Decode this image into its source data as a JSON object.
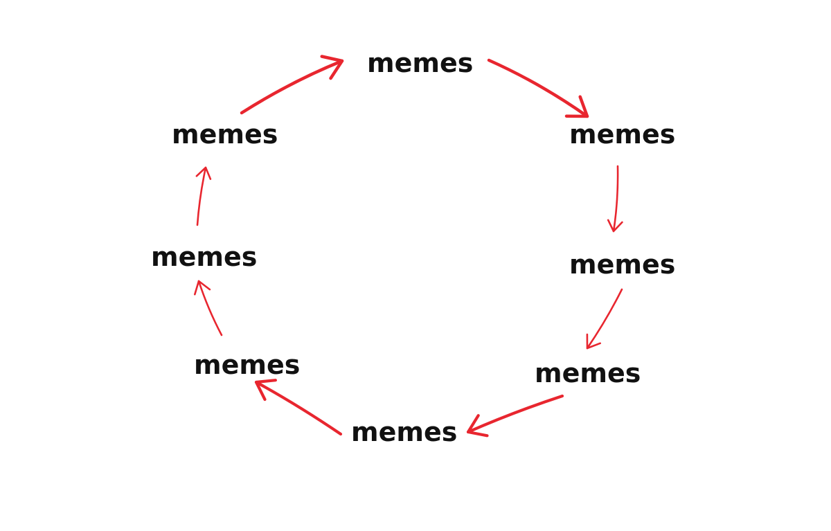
{
  "diagram": {
    "type": "cycle",
    "direction": "clockwise",
    "arrow_color": "#e8262f",
    "text_color": "#111111",
    "background": "#ffffff",
    "nodes": [
      {
        "label": "memes"
      },
      {
        "label": "memes"
      },
      {
        "label": "memes"
      },
      {
        "label": "memes"
      },
      {
        "label": "memes"
      },
      {
        "label": "memes"
      },
      {
        "label": "memes"
      },
      {
        "label": "memes"
      }
    ],
    "edges": [
      {
        "from": 0,
        "to": 1
      },
      {
        "from": 1,
        "to": 2
      },
      {
        "from": 2,
        "to": 3
      },
      {
        "from": 3,
        "to": 4
      },
      {
        "from": 4,
        "to": 5
      },
      {
        "from": 5,
        "to": 6
      },
      {
        "from": 6,
        "to": 7
      },
      {
        "from": 7,
        "to": 0
      }
    ]
  }
}
